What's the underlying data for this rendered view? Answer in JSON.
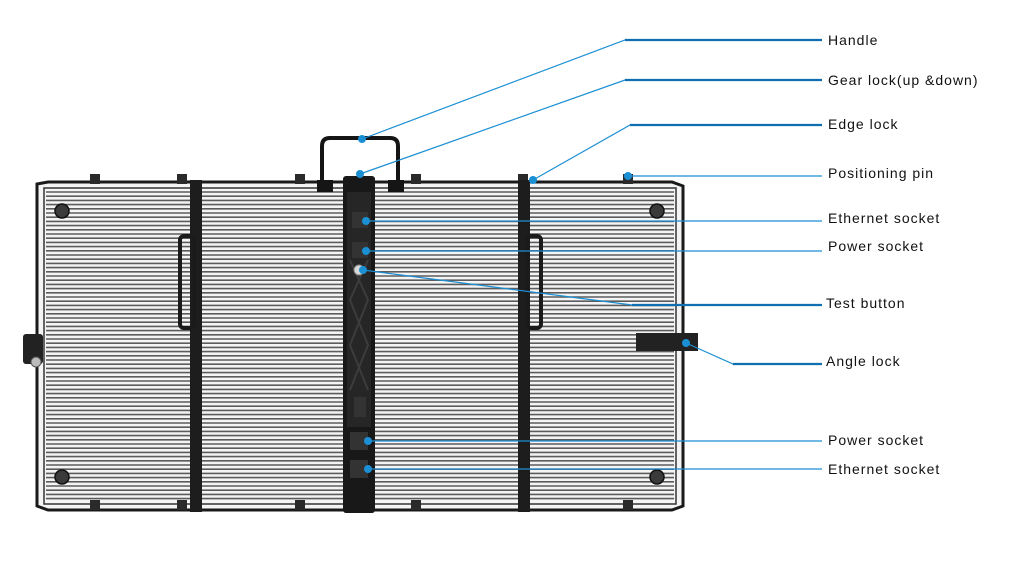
{
  "colors": {
    "leader": "#1b8fd3",
    "leader_dark": "#0f6fb0",
    "frame": "#1a1a1a",
    "louver": "#5c5c5c",
    "background": "#ffffff"
  },
  "labels": {
    "handle": "Handle",
    "gear_lock": "Gear lock(up  &down)",
    "edge_lock": "Edge lock",
    "positioning_pin": "Positioning  pin",
    "ethernet_socket_top": "Ethernet socket",
    "power_socket_top": "Power socket",
    "test_button": "Test button",
    "angle_lock": "Angle lock",
    "power_socket_bottom": "Power socket",
    "ethernet_socket_bottom": "Ethernet socket"
  }
}
